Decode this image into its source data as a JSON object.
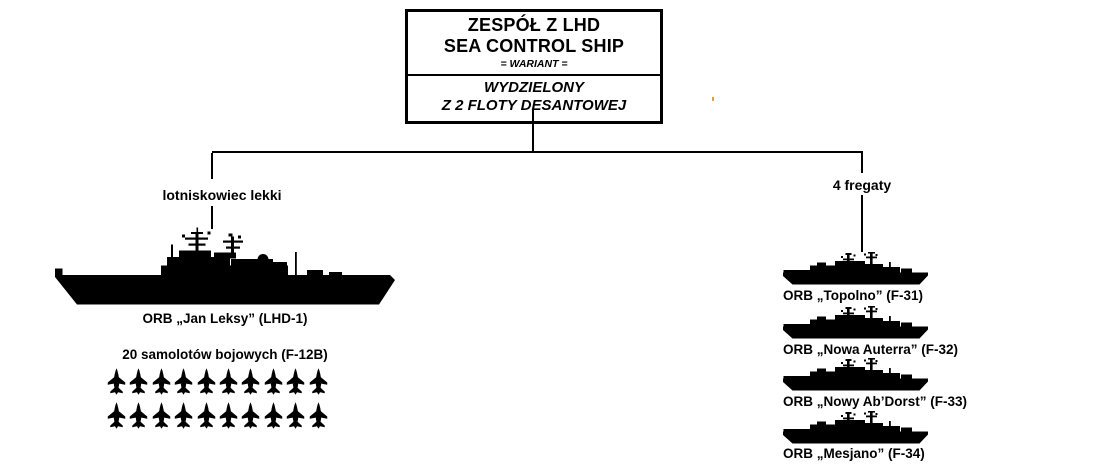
{
  "diagram_title_box": {
    "top_lines": [
      "ZESPÓŁ Z LHD",
      "SEA CONTROL SHIP",
      "= WARIANT ="
    ],
    "bottom_lines": [
      "WYDZIELONY",
      "Z 2 FLOTY DESANTOWEJ"
    ]
  },
  "left_branch": {
    "label": "lotniskowiec lekki",
    "ship_name": "ORB „Jan Leksy” (LHD-1)",
    "ship_icon": "lhd-carrier-silhouette",
    "air_wing_caption": "20 samolotów bojowych (F-12B)",
    "aircraft_icon": "fighter-jet-silhouette",
    "aircraft_count": 20,
    "aircraft_rows": 2,
    "aircraft_per_row": 10
  },
  "right_branch": {
    "label": "4 fregaty",
    "ship_icon": "frigate-silhouette",
    "ships": [
      "ORB „Topolno” (F-31)",
      "ORB „Nowa Auterra” (F-32)",
      "ORB „Nowy Ab’Dorst” (F-33)",
      "ORB „Mesjano” (F-34)"
    ]
  },
  "colors": {
    "ink": "#000000",
    "background": "#ffffff",
    "artifact_dot": "#ED9B3F"
  }
}
